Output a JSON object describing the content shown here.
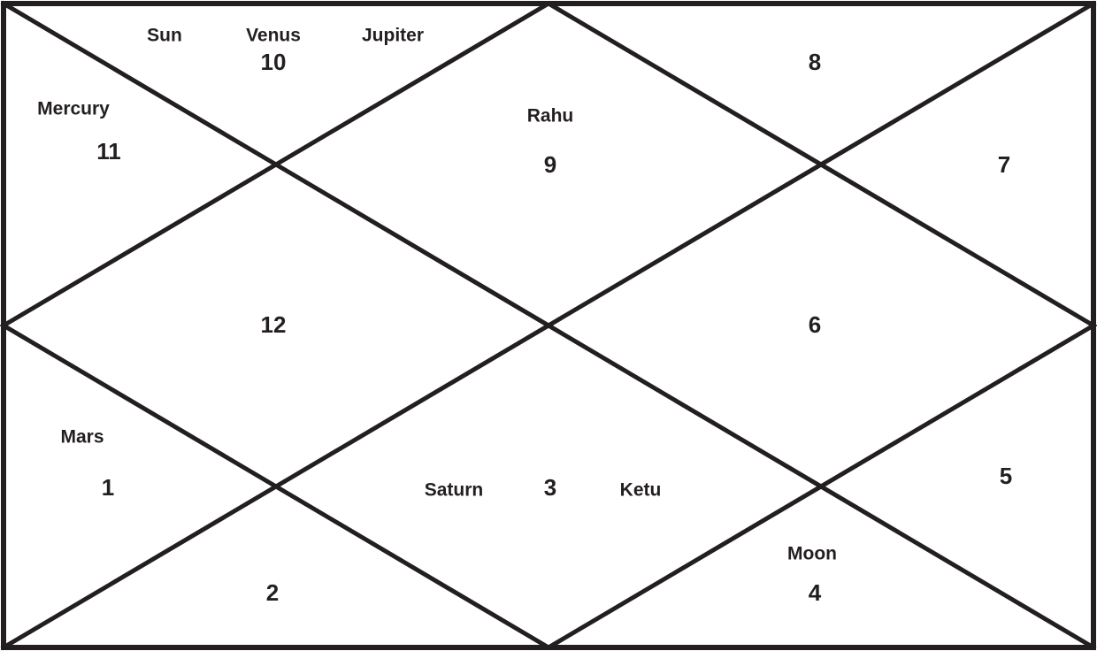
{
  "houses": [
    {
      "number": "10",
      "planets": [
        "Sun",
        "Venus",
        "Jupiter"
      ]
    },
    {
      "number": "11",
      "planets": [
        "Mercury"
      ]
    },
    {
      "number": "9",
      "planets": [
        "Rahu"
      ]
    },
    {
      "number": "8",
      "planets": []
    },
    {
      "number": "7",
      "planets": []
    },
    {
      "number": "12",
      "planets": []
    },
    {
      "number": "6",
      "planets": []
    },
    {
      "number": "1",
      "planets": [
        "Mars"
      ]
    },
    {
      "number": "3",
      "planets": [
        "Saturn",
        "Ketu"
      ]
    },
    {
      "number": "5",
      "planets": []
    },
    {
      "number": "2",
      "planets": []
    },
    {
      "number": "4",
      "planets": [
        "Moon"
      ]
    }
  ],
  "colors": {
    "ink": "#231f20",
    "background": "#ffffff"
  }
}
